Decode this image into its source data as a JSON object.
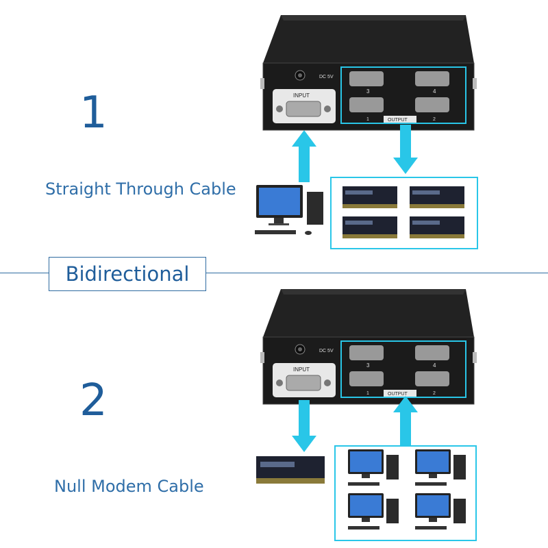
{
  "sections": [
    {
      "number": "1",
      "cable_label": "Straight Through Cable",
      "arrow_to_switch_side": "input",
      "arrow_from_switch_side": "output"
    },
    {
      "number": "2",
      "cable_label": "Null Modem Cable",
      "arrow_to_switch_side": "output",
      "arrow_from_switch_side": "input"
    }
  ],
  "divider_label": "Bidirectional",
  "switch_panel": {
    "input_label": "INPUT",
    "output_label": "OUTPUT",
    "power_label": "DC 5V",
    "port_numbers": [
      "3",
      "4",
      "1",
      "2"
    ]
  },
  "colors": {
    "accent": "#29c6e8",
    "text_blue": "#1f5d9a",
    "device_body": "#1a1a1a"
  }
}
